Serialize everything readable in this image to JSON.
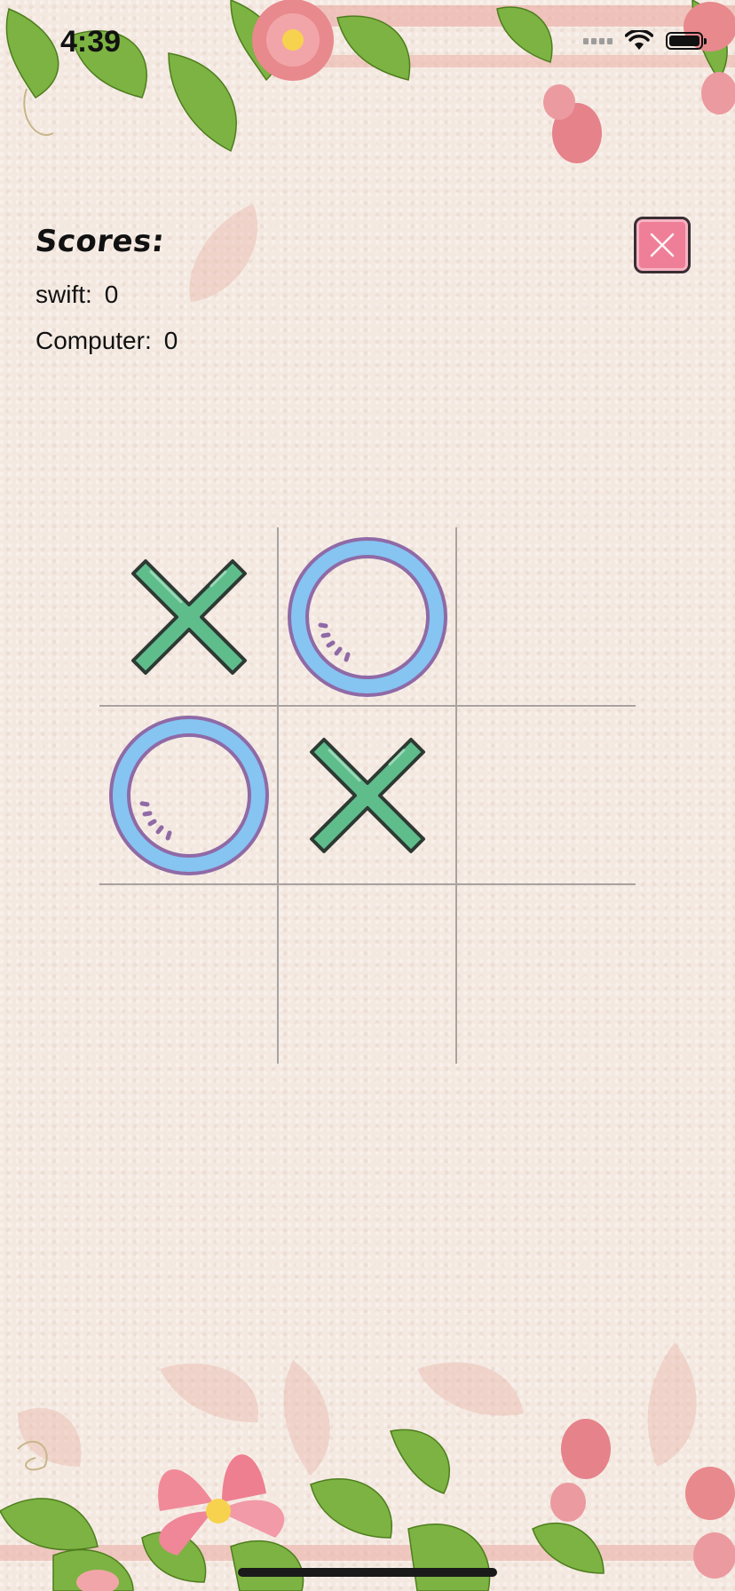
{
  "status_bar": {
    "time": "4:39"
  },
  "scores": {
    "title": "Scores:",
    "player_label": "swift:",
    "player_score": "0",
    "computer_label": "Computer:",
    "computer_score": "0"
  },
  "close_button": {
    "icon": "close-icon"
  },
  "board": {
    "cells": [
      "X",
      "O",
      "",
      "O",
      "X",
      "",
      "",
      "",
      ""
    ]
  },
  "colors": {
    "x_fill": "#5fbd8c",
    "o_ring": "#86c4f2",
    "o_outline": "#8f6aa6",
    "close_button": "#ef7f98",
    "background": "#f4e9e1"
  }
}
